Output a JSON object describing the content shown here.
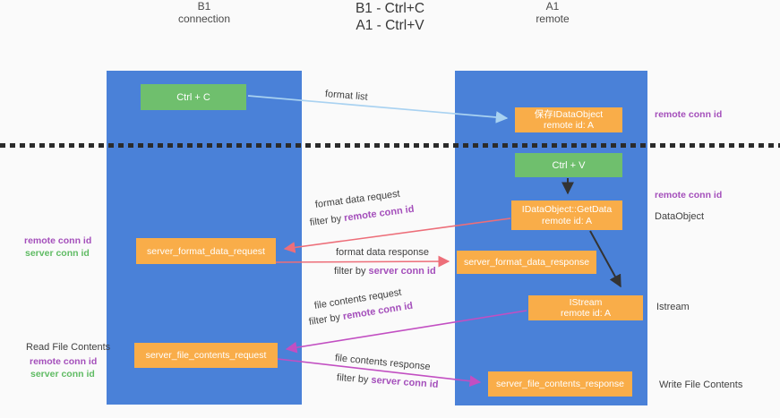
{
  "title": {
    "line1": "B1 - Ctrl+C",
    "line2": "A1 - Ctrl+V"
  },
  "columns": {
    "left": {
      "name": "B1",
      "role": "connection"
    },
    "right": {
      "name": "A1",
      "role": "remote"
    }
  },
  "nodes": {
    "ctrl_c": {
      "label": "Ctrl + C"
    },
    "save_idataobject": {
      "line1": "保存IDataObject",
      "line2": "remote id: A"
    },
    "ctrl_v": {
      "label": "Ctrl + V"
    },
    "getdata": {
      "line1": "IDataObject::GetData",
      "line2": "remote id: A"
    },
    "format_request": {
      "label": "server_format_data_request"
    },
    "format_response": {
      "label": "server_format_data_response"
    },
    "istream": {
      "line1": "IStream",
      "line2": "remote id: A"
    },
    "file_request": {
      "label": "server_file_contents_request"
    },
    "file_response": {
      "label": "server_file_contents_response"
    }
  },
  "flow_labels": {
    "format_list": "format list",
    "format_data_request": "format data request",
    "format_data_response": "format data response",
    "file_contents_request": "file contents request",
    "file_contents_response": "file contents response",
    "filter_by": "filter by ",
    "remote_conn_id": "remote conn id",
    "server_conn_id": "server conn id"
  },
  "side_labels": {
    "remote_conn_id": "remote conn id",
    "server_conn_id": "server conn id",
    "dataobject": "DataObject",
    "istream": "Istream",
    "read_file_contents": "Read File Contents",
    "write_file_contents": "Write File Contents"
  },
  "colors": {
    "background": "#fafafa",
    "column_blue": "#4a81d8",
    "node_orange": "#f9ad49",
    "node_green": "#6fbf6d",
    "arrow_light_blue": "#a9d2f1",
    "arrow_black": "#333333",
    "arrow_salmon": "#ed6e79",
    "arrow_magenta": "#c24fc2",
    "text_purple": "#a44fbb",
    "text_green": "#5fbb63",
    "text_dark": "#3f3f3f"
  }
}
